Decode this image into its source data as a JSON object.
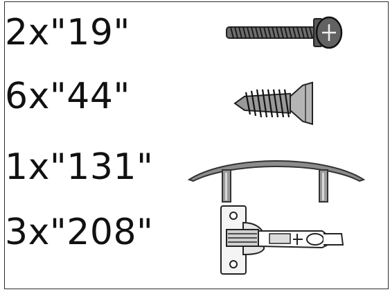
{
  "items": [
    {
      "label": "2x\"19\"",
      "icon": "machine-screw-icon"
    },
    {
      "label": "6x\"44\"",
      "icon": "wood-screw-icon"
    },
    {
      "label": "1x\"131\"",
      "icon": "cabinet-handle-icon"
    },
    {
      "label": "3x\"208\"",
      "icon": "cabinet-hinge-icon"
    }
  ]
}
